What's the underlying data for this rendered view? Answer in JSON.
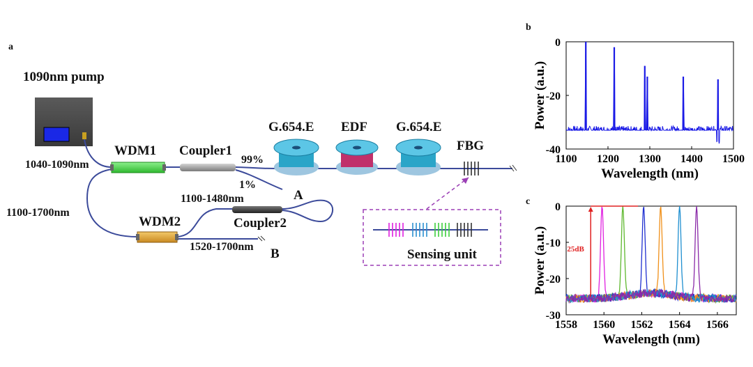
{
  "panels": {
    "a": "a",
    "b": "b",
    "c": "c"
  },
  "setup": {
    "pump": "1090nm pump",
    "wdm1": "WDM1",
    "wdm2": "WDM2",
    "coupler1": "Coupler1",
    "coupler2": "Coupler2",
    "fiber1": "G.654.E",
    "edf": "EDF",
    "fiber2": "G.654.E",
    "fbg": "FBG",
    "ratio_high": "99%",
    "ratio_low": "1%",
    "band_1040": "1040-1090nm",
    "band_1100_1700": "1100-1700nm",
    "band_1100_1480": "1100-1480nm",
    "band_1520_1700": "1520-1700nm",
    "port_a": "A",
    "port_b": "B",
    "sensing_unit": "Sensing unit",
    "colors": {
      "wdm1": "#4fd84f",
      "wdm2": "#d9a43a",
      "fiber": "#3b4a9a",
      "edf": "#c0306a",
      "spool": "#2aa5c8",
      "dashed": "#9b3fb5"
    }
  },
  "chart_data": [
    {
      "panel": "b",
      "type": "line",
      "xlabel": "Wavelength (nm)",
      "ylabel": "Power (a.u.)",
      "xlim": [
        1100,
        1500
      ],
      "ylim": [
        -40,
        0
      ],
      "xticks": [
        1100,
        1200,
        1300,
        1400,
        1500
      ],
      "yticks": [
        0,
        -20,
        -40
      ],
      "baseline": -33,
      "color": "#1a1ae6",
      "peaks": [
        {
          "x": 1147,
          "y": 0
        },
        {
          "x": 1215,
          "y": -2
        },
        {
          "x": 1288,
          "y": -9
        },
        {
          "x": 1294,
          "y": -13
        },
        {
          "x": 1380,
          "y": -13
        },
        {
          "x": 1463,
          "y": -14
        }
      ]
    },
    {
      "panel": "c",
      "type": "line",
      "xlabel": "Wavelength (nm)",
      "ylabel": "Power (a.u.)",
      "xlim": [
        1558,
        1567
      ],
      "ylim": [
        -30,
        0
      ],
      "xticks": [
        1558,
        1560,
        1562,
        1564,
        1566
      ],
      "yticks": [
        0,
        -10,
        -20,
        -30
      ],
      "annotation": "25dB",
      "annotation_color": "#e02020",
      "series": [
        {
          "color": "#e020e0",
          "peak_x": 1559.9,
          "peak_y": 0
        },
        {
          "color": "#5fb82f",
          "peak_x": 1561.0,
          "peak_y": 0
        },
        {
          "color": "#2030d0",
          "peak_x": 1562.1,
          "peak_y": 0
        },
        {
          "color": "#f0901a",
          "peak_x": 1563.0,
          "peak_y": 0
        },
        {
          "color": "#1f8fd0",
          "peak_x": 1564.0,
          "peak_y": 0
        },
        {
          "color": "#8a2aa8",
          "peak_x": 1564.9,
          "peak_y": 0
        }
      ]
    }
  ]
}
